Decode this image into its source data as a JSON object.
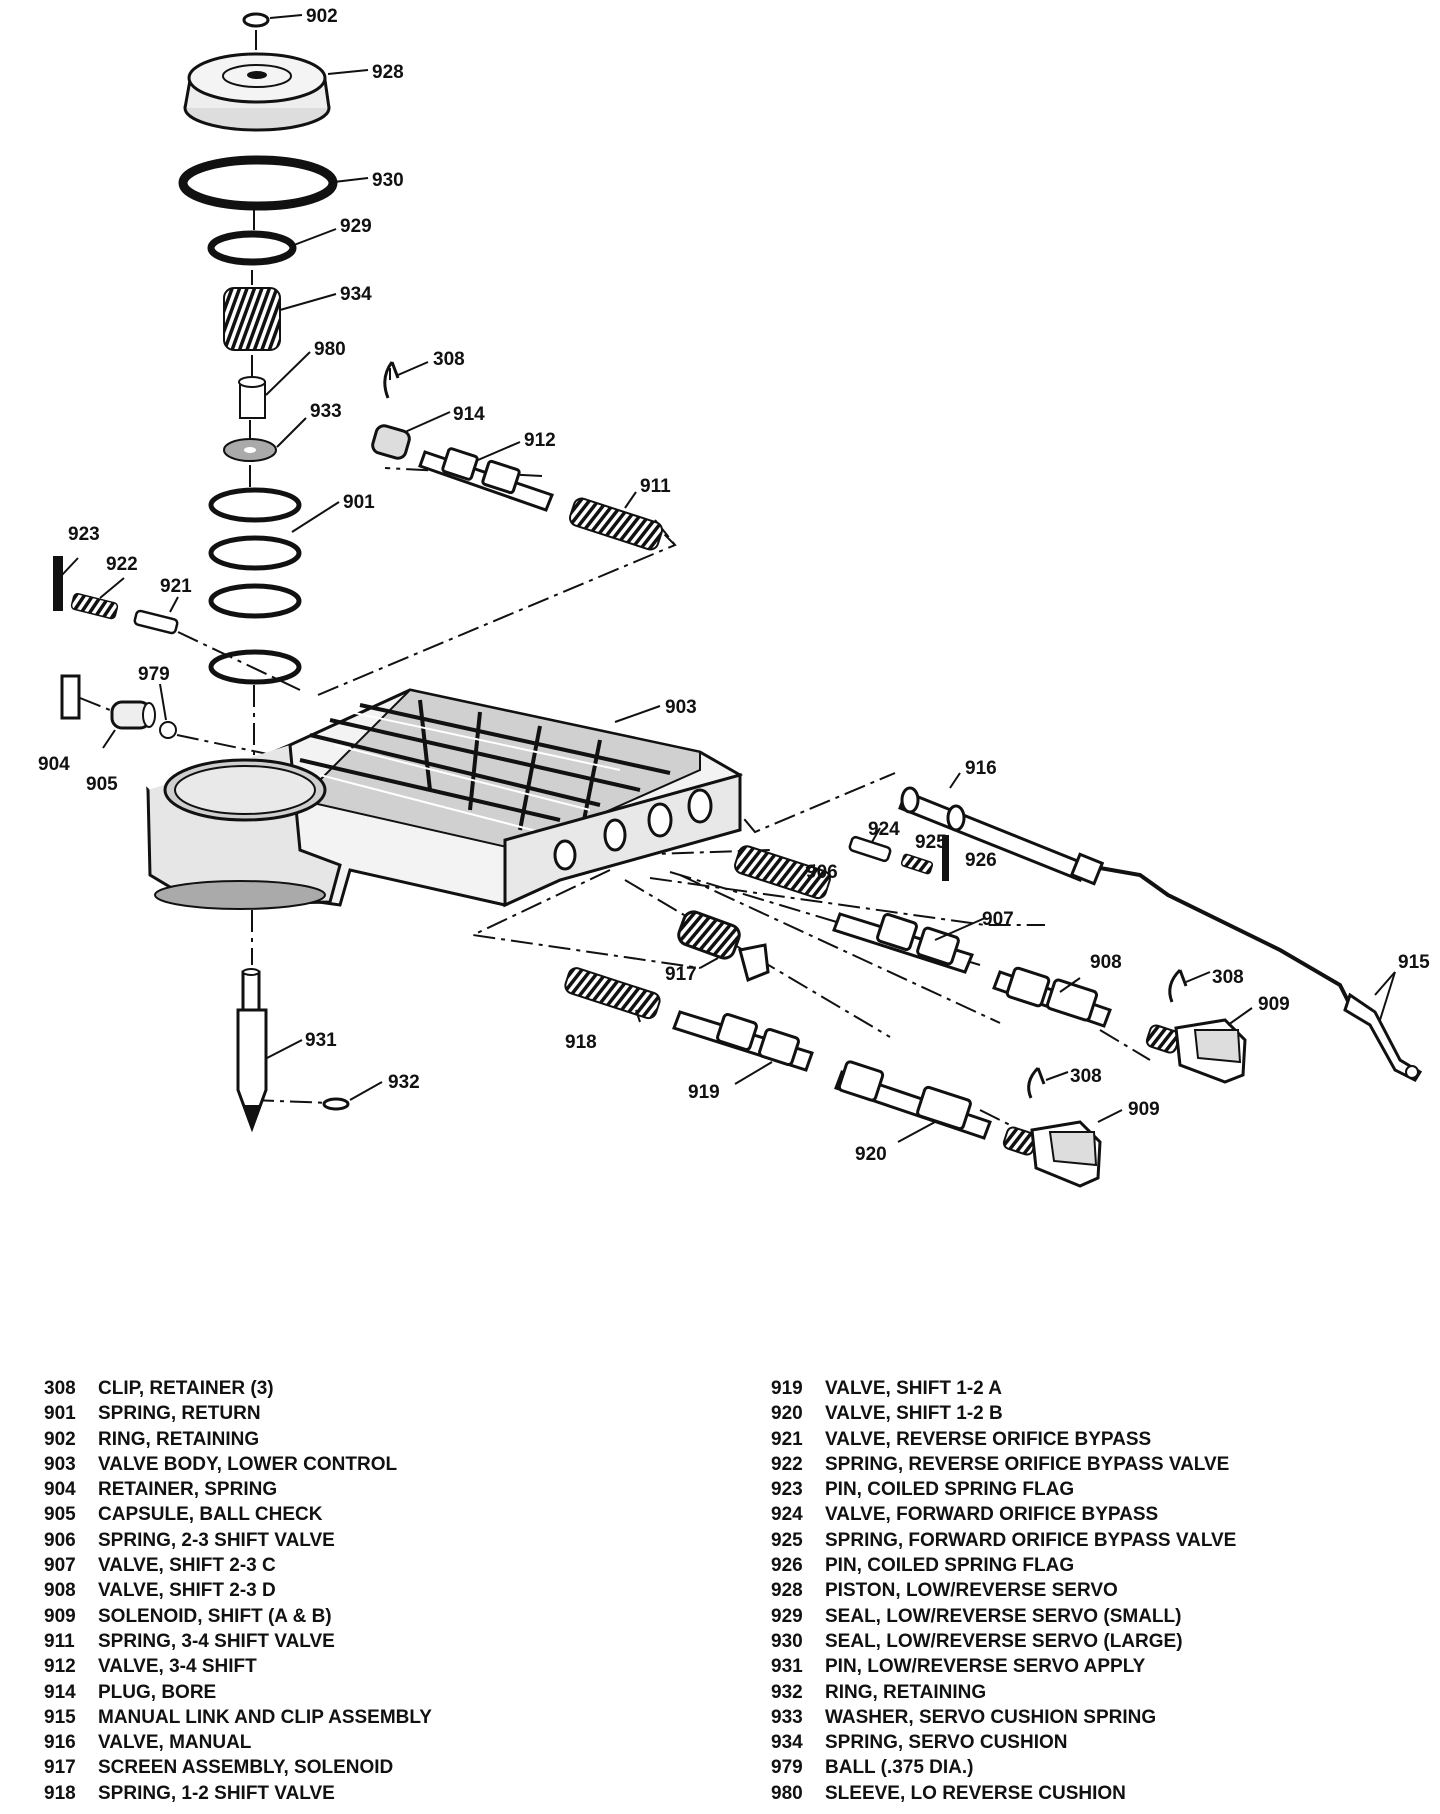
{
  "labels": {
    "p902": "902",
    "p928": "928",
    "p930": "930",
    "p929": "929",
    "p934": "934",
    "p980": "980",
    "p933": "933",
    "p901": "901",
    "p308a": "308",
    "p914": "914",
    "p912": "912",
    "p911": "911",
    "p923": "923",
    "p922": "922",
    "p921": "921",
    "p979": "979",
    "p904": "904",
    "p905": "905",
    "p903": "903",
    "p916": "916",
    "p924": "924",
    "p925": "925",
    "p926": "926",
    "p906": "906",
    "p907": "907",
    "p917": "917",
    "p908": "908",
    "p308b": "308",
    "p909a": "909",
    "p915": "915",
    "p931": "931",
    "p932": "932",
    "p918": "918",
    "p919": "919",
    "p308c": "308",
    "p909b": "909",
    "p920": "920"
  },
  "legend": {
    "left": [
      {
        "num": "308",
        "desc": "CLIP, RETAINER (3)"
      },
      {
        "num": "901",
        "desc": "SPRING, RETURN"
      },
      {
        "num": "902",
        "desc": "RING, RETAINING"
      },
      {
        "num": "903",
        "desc": "VALVE BODY, LOWER CONTROL"
      },
      {
        "num": "904",
        "desc": "RETAINER, SPRING"
      },
      {
        "num": "905",
        "desc": "CAPSULE, BALL CHECK"
      },
      {
        "num": "906",
        "desc": "SPRING, 2-3 SHIFT VALVE"
      },
      {
        "num": "907",
        "desc": "VALVE, SHIFT 2-3 C"
      },
      {
        "num": "908",
        "desc": "VALVE, SHIFT 2-3 D"
      },
      {
        "num": "909",
        "desc": "SOLENOID, SHIFT (A & B)"
      },
      {
        "num": "911",
        "desc": "SPRING, 3-4 SHIFT VALVE"
      },
      {
        "num": "912",
        "desc": "VALVE, 3-4 SHIFT"
      },
      {
        "num": "914",
        "desc": "PLUG, BORE"
      },
      {
        "num": "915",
        "desc": "MANUAL LINK AND CLIP ASSEMBLY"
      },
      {
        "num": "916",
        "desc": "VALVE, MANUAL"
      },
      {
        "num": "917",
        "desc": "SCREEN ASSEMBLY, SOLENOID"
      },
      {
        "num": "918",
        "desc": "SPRING, 1-2 SHIFT VALVE"
      }
    ],
    "right": [
      {
        "num": "919",
        "desc": "VALVE, SHIFT 1-2 A"
      },
      {
        "num": "920",
        "desc": "VALVE, SHIFT 1-2 B"
      },
      {
        "num": "921",
        "desc": "VALVE, REVERSE ORIFICE BYPASS"
      },
      {
        "num": "922",
        "desc": "SPRING, REVERSE ORIFICE BYPASS VALVE"
      },
      {
        "num": "923",
        "desc": "PIN, COILED SPRING FLAG"
      },
      {
        "num": "924",
        "desc": "VALVE, FORWARD ORIFICE BYPASS"
      },
      {
        "num": "925",
        "desc": "SPRING, FORWARD ORIFICE BYPASS VALVE"
      },
      {
        "num": "926",
        "desc": "PIN, COILED SPRING FLAG"
      },
      {
        "num": "928",
        "desc": "PISTON, LOW/REVERSE SERVO"
      },
      {
        "num": "929",
        "desc": "SEAL, LOW/REVERSE SERVO (SMALL)"
      },
      {
        "num": "930",
        "desc": "SEAL, LOW/REVERSE SERVO (LARGE)"
      },
      {
        "num": "931",
        "desc": "PIN, LOW/REVERSE SERVO APPLY"
      },
      {
        "num": "932",
        "desc": "RING, RETAINING"
      },
      {
        "num": "933",
        "desc": "WASHER, SERVO CUSHION SPRING"
      },
      {
        "num": "934",
        "desc": "SPRING, SERVO CUSHION"
      },
      {
        "num": "979",
        "desc": "BALL (.375 DIA.)"
      },
      {
        "num": "980",
        "desc": "SLEEVE, LO REVERSE CUSHION"
      }
    ]
  }
}
